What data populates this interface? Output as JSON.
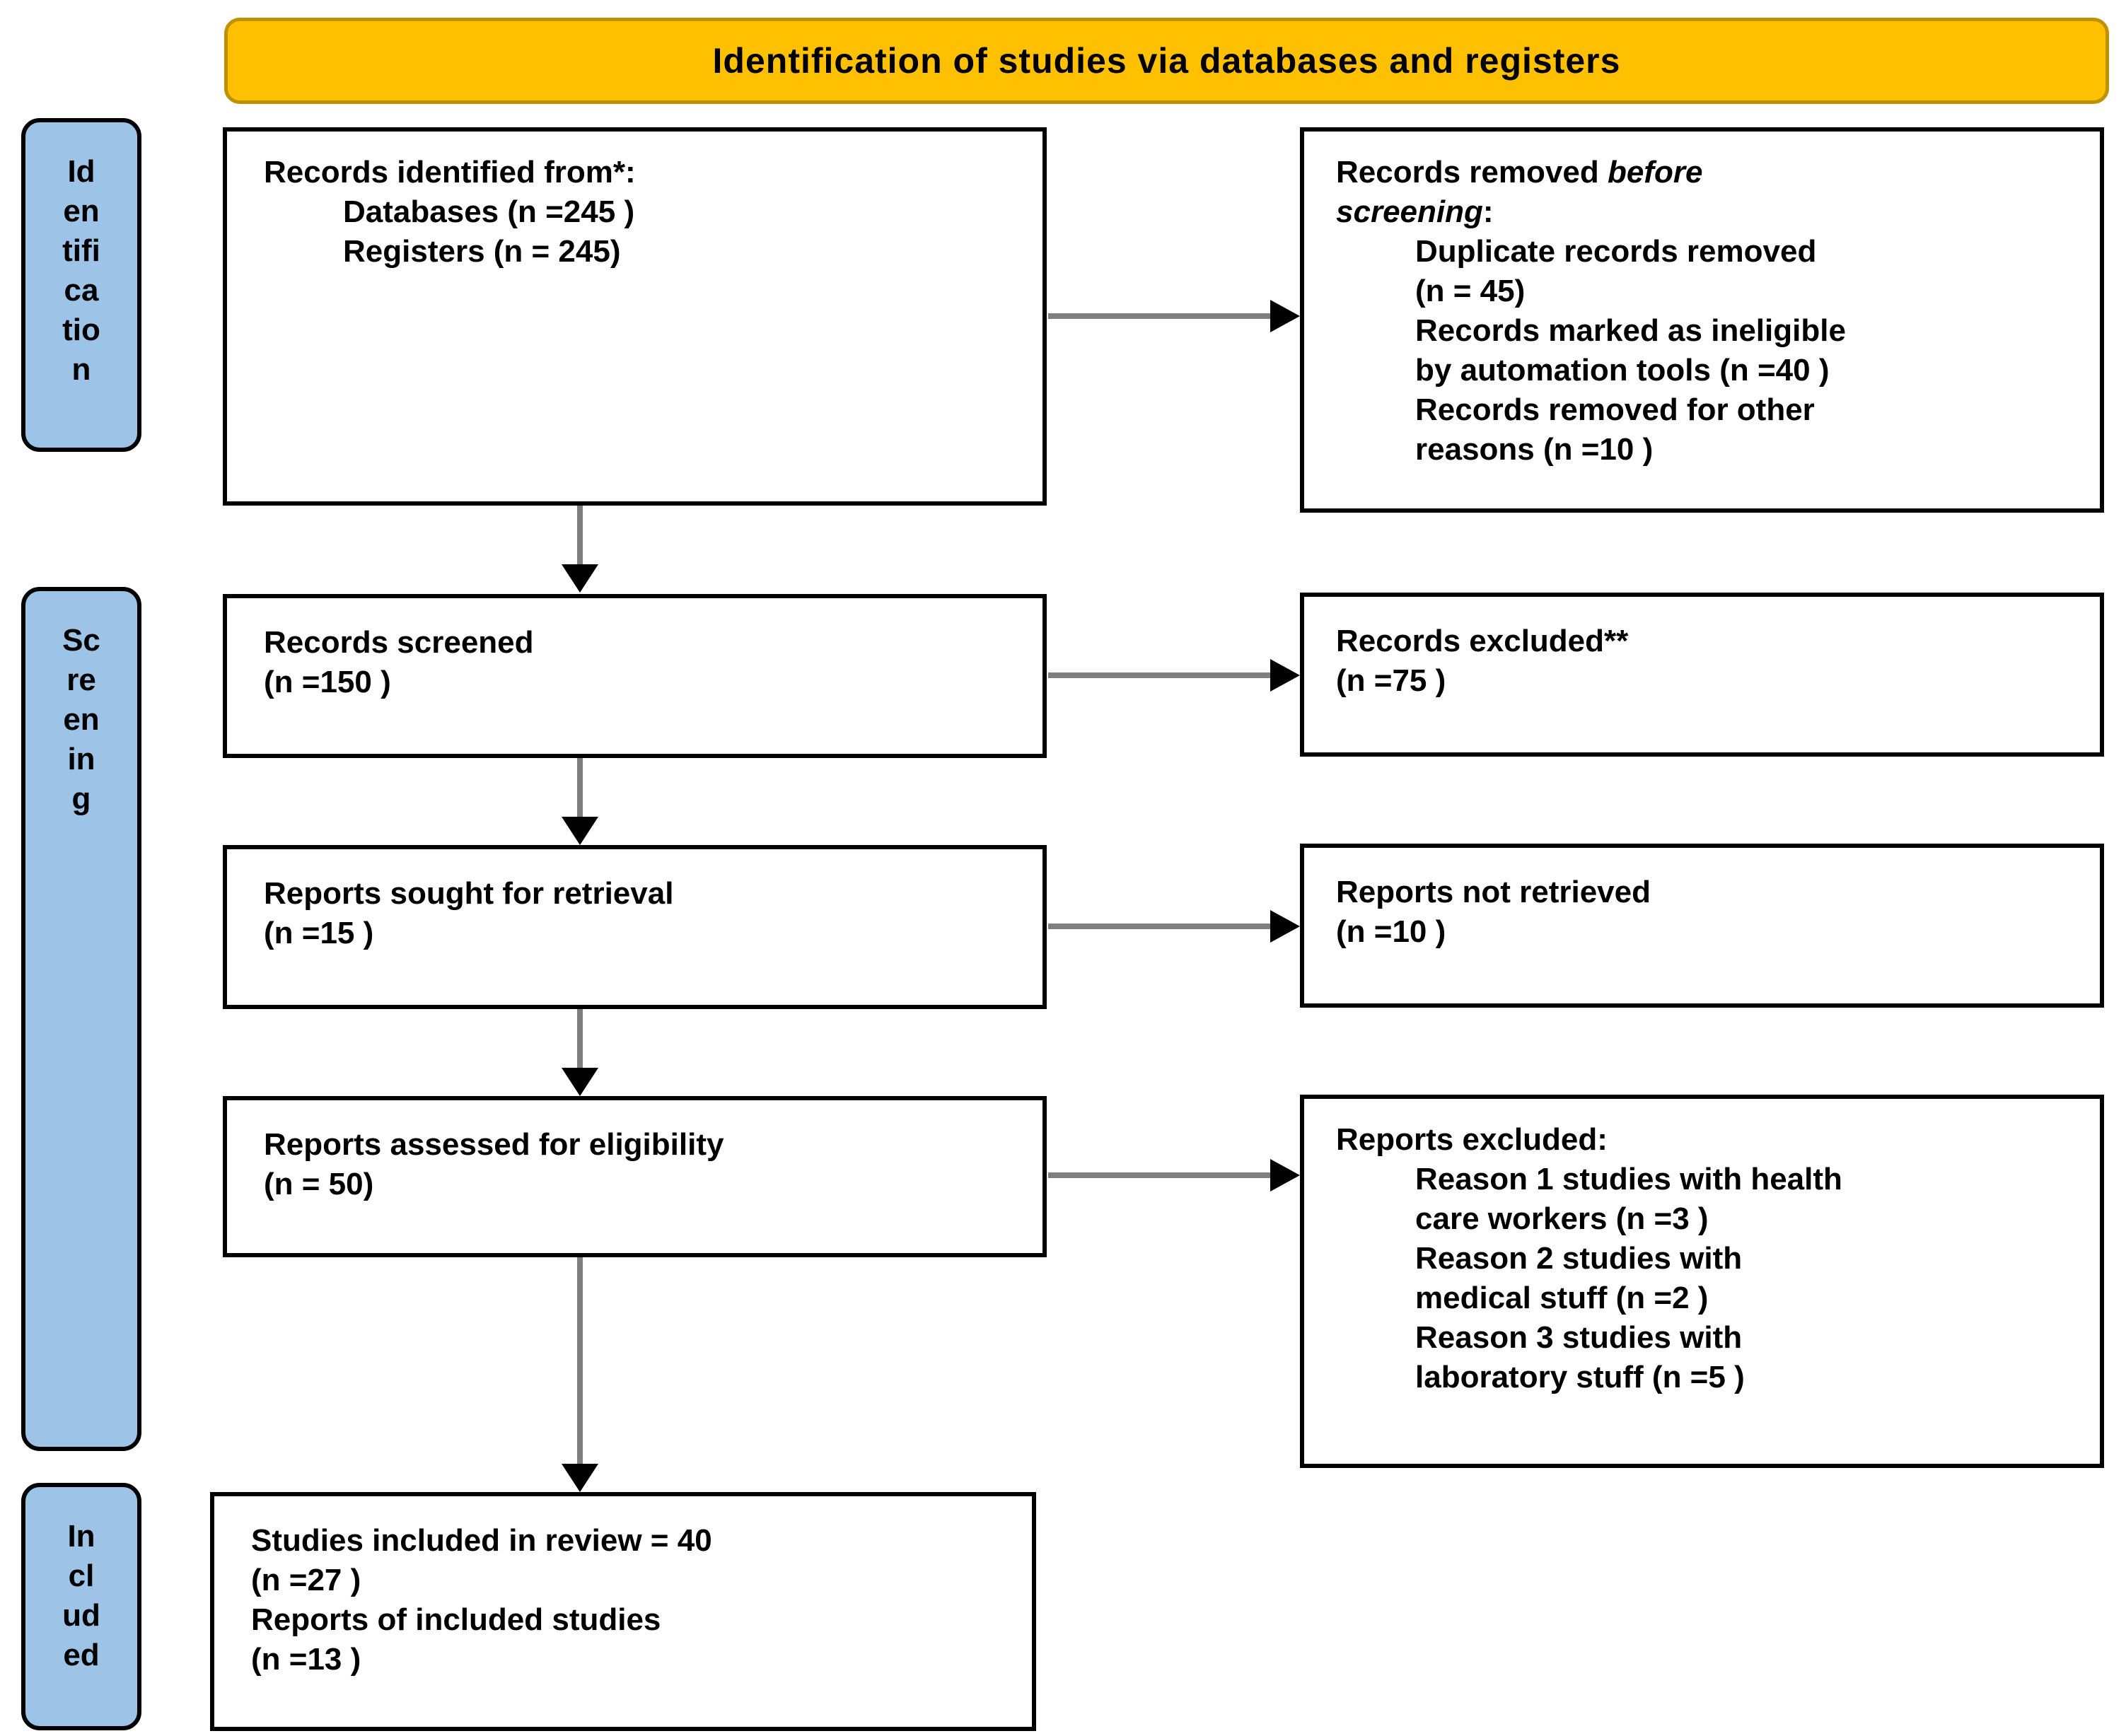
{
  "header": {
    "title": "Identification of studies via databases and registers"
  },
  "colors": {
    "banner_bg": "#FFC000",
    "banner_border": "#BF9000",
    "stage_bg": "#9DC3E6",
    "box_border": "#000000",
    "connector_gray": "#7f7f7f",
    "arrowhead_black": "#000000"
  },
  "stages": {
    "identification": "Identification",
    "screening": "Screening",
    "included": "Included"
  },
  "boxes": {
    "records_identified": {
      "lines": [
        "Records identified from*:",
        "Databases (n =245 )",
        "Registers (n = 245)"
      ]
    },
    "records_removed": {
      "head_normal": "Records removed",
      "head_italic_1": "before",
      "head_italic_2": "screening",
      "head_colon": ":",
      "items": [
        "Duplicate records removed",
        "(n = 45)",
        "Records marked as ineligible",
        "by automation tools (n =40 )",
        "Records removed for other",
        "reasons (n =10 )"
      ]
    },
    "records_screened": {
      "lines": [
        "Records screened",
        "(n =150 )"
      ]
    },
    "records_excluded": {
      "lines": [
        "Records excluded**",
        "(n =75 )"
      ]
    },
    "reports_sought": {
      "lines": [
        "Reports sought for retrieval",
        "(n =15 )"
      ]
    },
    "reports_not_retrieved": {
      "lines": [
        "Reports not retrieved",
        "(n =10 )"
      ]
    },
    "reports_assessed": {
      "lines": [
        "Reports assessed for eligibility",
        "(n = 50)"
      ]
    },
    "reports_excluded": {
      "head": "Reports excluded:",
      "items": [
        "Reason 1 studies with health",
        "care workers (n =3 )",
        "Reason 2 studies with",
        "medical stuff (n =2 )",
        "Reason 3 studies with",
        "laboratory stuff  (n =5 )"
      ]
    },
    "studies_included": {
      "lines": [
        "Studies included in review = 40",
        "(n =27 )",
        "Reports of included studies",
        "(n =13 )"
      ]
    }
  }
}
